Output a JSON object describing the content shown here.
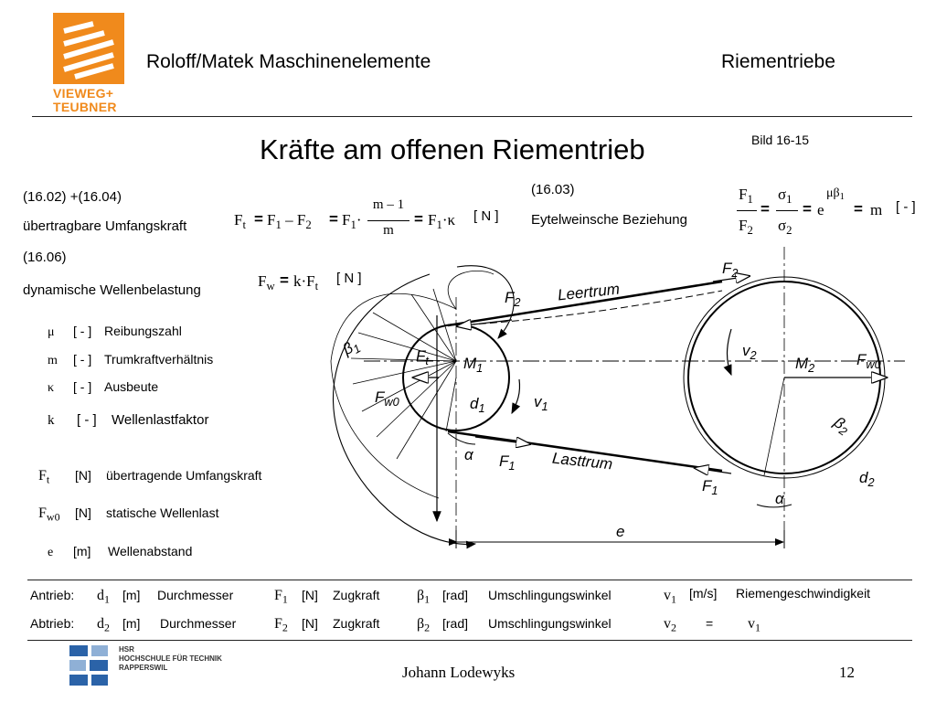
{
  "header": {
    "logo_lines": [
      "VIEWEG+",
      "TEUBNER"
    ],
    "book_title": "Roloff/Matek Maschinenelemente",
    "chapter": "Riementriebe",
    "figure_ref": "Bild 16-15"
  },
  "slide": {
    "title": "Kräfte am offenen Riementrieb",
    "page_number": "12",
    "author": "Johann Lodewyks"
  },
  "formulas": {
    "ref1": "(16.02) +(16.04)",
    "desc1": "übertragbare Umfangskraft",
    "f_left": "F",
    "f_left_sub": "t",
    "eq": "=",
    "f_mid": "F",
    "f_mid_sub1": "1",
    "minus": "–",
    "f_mid_sub2": "2",
    "f_mult": "F",
    "f_mult_sub": "1",
    "dot": "·",
    "frac1_num": "m – 1",
    "frac1_den": "m",
    "f_right": "F",
    "f_right_sub": "1",
    "kappa_dot": "·κ",
    "unit1": "[ N ]",
    "ref2": "(16.03)",
    "desc2": "Eytelweinsche Beziehung",
    "ey_f1": "F",
    "ey_f1_sub": "1",
    "ey_f2": "F",
    "ey_f2_sub": "2",
    "ey_s1": "σ",
    "ey_s1_sub": "1",
    "ey_s2": "σ",
    "ey_s2_sub": "2",
    "ey_e": "e",
    "ey_exp": "μβ",
    "ey_exp_sub": "1",
    "ey_m": "m",
    "unit2": "[ - ]",
    "ref3": "(16.06)",
    "desc3": "dynamische Wellenbelastung",
    "fw": "F",
    "fw_sub": "w",
    "fw_rhs": "k·F",
    "fw_rhs_sub": "t",
    "unit3": "[ N ]"
  },
  "symbols": [
    {
      "sym": "μ",
      "sub": "",
      "unit": "[ - ]",
      "desc": "Reibungszahl"
    },
    {
      "sym": "m",
      "sub": "",
      "unit": "[ - ]",
      "desc": "Trumkraftverhältnis"
    },
    {
      "sym": "κ",
      "sub": "",
      "unit": "[ - ]",
      "desc": "Ausbeute"
    },
    {
      "sym": "k",
      "sub": "",
      "unit": "[ - ]",
      "desc": "Wellenlastfaktor"
    },
    {
      "sym": "F",
      "sub": "t",
      "unit": "[N]",
      "desc": "übertragende Umfangskraft"
    },
    {
      "sym": "F",
      "sub": "w0",
      "unit": "[N]",
      "desc": "statische Wellenlast"
    },
    {
      "sym": "e",
      "sub": "",
      "unit": "[m]",
      "desc": "Wellenabstand"
    }
  ],
  "diagram": {
    "leertrum": "Leertrum",
    "lasttrum": "Lasttrum",
    "F2": "F",
    "F2_sub": "2",
    "F1": "F",
    "F1_sub": "1",
    "Ft": "F",
    "Ft_sub": "t",
    "Fw0_left": "F",
    "Fw0_left_sub": "w0",
    "Fw0_right": "F",
    "Fw0_right_sub": "w0",
    "M1": "M",
    "M1_sub": "1",
    "M2": "M",
    "M2_sub": "2",
    "d1": "d",
    "d1_sub": "1",
    "d2": "d",
    "d2_sub": "2",
    "v1": "v",
    "v1_sub": "1",
    "v2": "v",
    "v2_sub": "2",
    "beta1": "β",
    "beta1_sub": "1",
    "beta2": "β",
    "beta2_sub": "2",
    "alpha": "α",
    "e": "e"
  },
  "footer_table": {
    "rows": [
      {
        "label": "Antrieb:",
        "d": "d",
        "d_sub": "1",
        "d_unit": "[m]",
        "d_desc": "Durchmesser",
        "f": "F",
        "f_sub": "1",
        "f_unit": "[N]",
        "f_desc": "Zugkraft",
        "b": "β",
        "b_sub": "1",
        "b_unit": "[rad]",
        "b_desc": "Umschlingungswinkel",
        "v": "v",
        "v_sub": "1",
        "v_unit": "[m/s]",
        "v_desc": "Riemengeschwindigkeit"
      },
      {
        "label": "Abtrieb:",
        "d": "d",
        "d_sub": "2",
        "d_unit": "[m]",
        "d_desc": "Durchmesser",
        "f": "F",
        "f_sub": "2",
        "f_unit": "[N]",
        "f_desc": "Zugkraft",
        "b": "β",
        "b_sub": "2",
        "b_unit": "[rad]",
        "b_desc": "Umschlingungswinkel",
        "v": "v",
        "v_sub": "2",
        "v_eq": "=",
        "v_rhs": "v",
        "v_rhs_sub": "1"
      }
    ]
  },
  "institution": {
    "lines": [
      "HSR",
      "HOCHSCHULE FÜR TECHNIK",
      "RAPPERSWIL"
    ]
  },
  "colors": {
    "logo_orange": "#f08a1c",
    "hsr_blue": "#2b63a8",
    "rule": "#222222"
  }
}
